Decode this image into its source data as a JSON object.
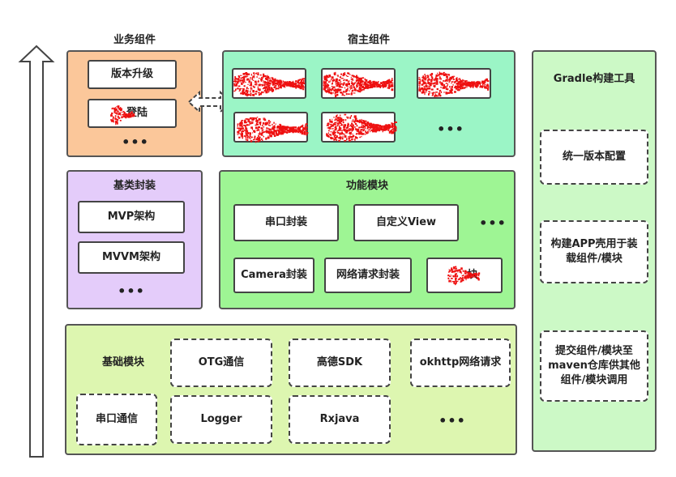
{
  "colors": {
    "business": "#fbc79a",
    "host": "#9bf5c6",
    "base_wrap": "#e4ccfa",
    "function": "#9ef594",
    "foundation": "#ddf6b0",
    "gradle": "#ccf9c6",
    "redaction": "#ee1111"
  },
  "business": {
    "title": "业务组件",
    "items": [
      "版本升级",
      "登陆"
    ],
    "more": "•••"
  },
  "host": {
    "title": "宿主组件",
    "more": "•••"
  },
  "base_wrap": {
    "title": "基类封装",
    "items": [
      "MVP架构",
      "MVVM架构"
    ],
    "more": "•••"
  },
  "function": {
    "title": "功能模块",
    "items": [
      "串口封装",
      "自定义View",
      "Camera封装",
      "网络请求封装"
    ],
    "redacted_suffix": "块",
    "more": "•••"
  },
  "foundation": {
    "title": "基础模块",
    "items": [
      "OTG通信",
      "高德SDK",
      "okhttp网络请求",
      "串口通信",
      "Logger",
      "Rxjava"
    ],
    "more": "•••"
  },
  "gradle": {
    "title": "Gradle构建工具",
    "items": [
      "统一版本配置",
      "构建APP壳用于装载组件/模块",
      "提交组件/模块至maven仓库供其他组件/模块调用"
    ]
  }
}
